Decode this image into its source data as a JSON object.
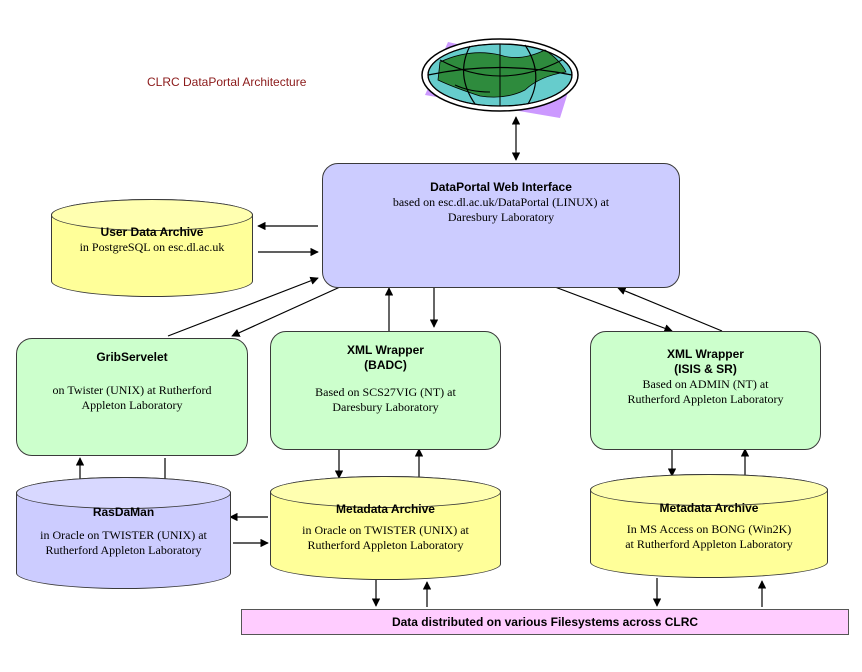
{
  "diagram": {
    "title": "CLRC DataPortal Architecture",
    "web_interface": {
      "head": "DataPortal Web Interface",
      "line1": "based on  esc.dl.ac.uk/DataPortal (LINUX) at",
      "line2": "Daresbury Laboratory"
    },
    "user_archive": {
      "head": "User Data Archive",
      "line1": "in PostgreSQL on esc.dl.ac.uk"
    },
    "grib": {
      "head": "GribServelet",
      "line1": "on Twister (UNIX) at Rutherford",
      "line2": "Appleton Laboratory"
    },
    "xml_badc": {
      "head1": "XML Wrapper",
      "head2": "(BADC)",
      "line1": "Based on SCS27VIG (NT) at",
      "line2": "Daresbury Laboratory"
    },
    "xml_isis": {
      "head1": "XML Wrapper",
      "head2": "(ISIS & SR)",
      "line1": "Based on ADMIN (NT) at",
      "line2": "Rutherford Appleton Laboratory"
    },
    "rasdaman": {
      "head": "RasDaMan",
      "line1": "in Oracle on TWISTER (UNIX) at",
      "line2": "Rutherford Appleton Laboratory"
    },
    "meta_twister": {
      "head": "Metadata Archive",
      "line1": "in Oracle on TWISTER (UNIX) at",
      "line2": "Rutherford Appleton Laboratory"
    },
    "meta_bong": {
      "head": "Metadata Archive",
      "line1": "In MS Access on BONG (Win2K)",
      "line2": "at Rutherford Appleton Laboratory"
    },
    "filesystems": "Data distributed on various Filesystems across CLRC"
  },
  "colors": {
    "title_red": "#8b1a1a",
    "green_box": "#ccffcc",
    "lavender": "#ccccff",
    "yellow_cyl": "#ffff99",
    "pink_bar": "#ffccff"
  },
  "icons": {
    "globe": "globe-icon"
  }
}
